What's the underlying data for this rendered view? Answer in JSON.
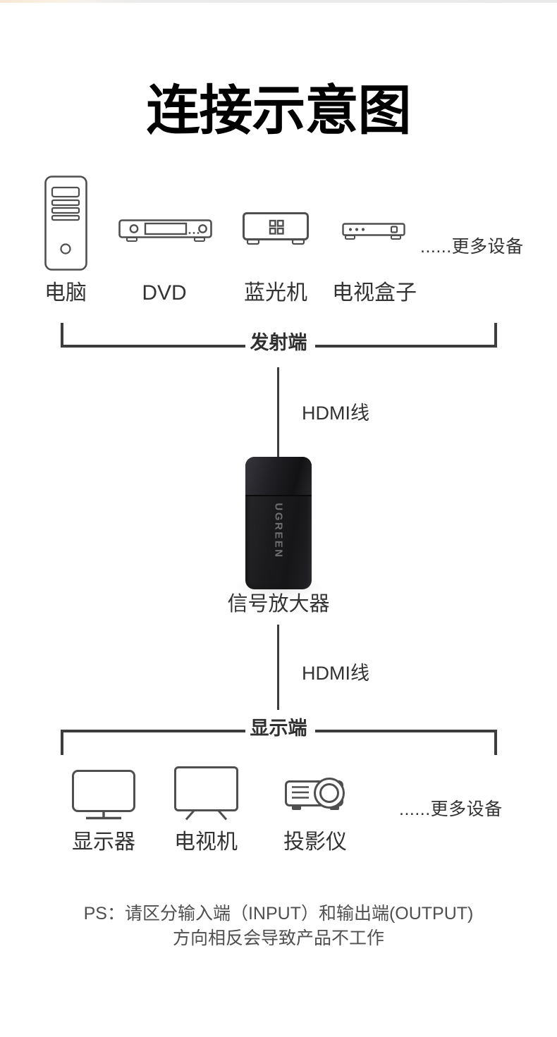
{
  "page": {
    "title": "连接示意图",
    "note_line1": "PS：请区分输入端（INPUT）和输出端(OUTPUT)",
    "note_line2": "方向相反会导致产品不工作"
  },
  "source_section": {
    "bracket_label": "发射端",
    "more_devices": "......更多设备",
    "devices": [
      {
        "icon": "computer-tower-icon",
        "label": "电脑"
      },
      {
        "icon": "dvd-player-icon",
        "label": "DVD"
      },
      {
        "icon": "bluray-player-icon",
        "label": "蓝光机"
      },
      {
        "icon": "tv-box-icon",
        "label": "电视盒子"
      }
    ]
  },
  "amplifier": {
    "cable_top_label": "HDMI线",
    "cable_bottom_label": "HDMI线",
    "brand": "UGREEN",
    "label": "信号放大器"
  },
  "display_section": {
    "bracket_label": "显示端",
    "more_devices": "......更多设备",
    "devices": [
      {
        "icon": "monitor-icon",
        "label": "显示器"
      },
      {
        "icon": "television-icon",
        "label": "电视机"
      },
      {
        "icon": "projector-icon",
        "label": "投影仪"
      }
    ]
  },
  "colors": {
    "icon_stroke": "#4f4f4f",
    "bracket_line": "#3d3d3d",
    "label_text": "#333333",
    "note_text": "#4f4f4f",
    "title_text": "#000000",
    "amp_body": "#1a1a1c",
    "accent_strip_left": "#f6e7d3",
    "accent_strip_right": "#e9e9e9"
  }
}
